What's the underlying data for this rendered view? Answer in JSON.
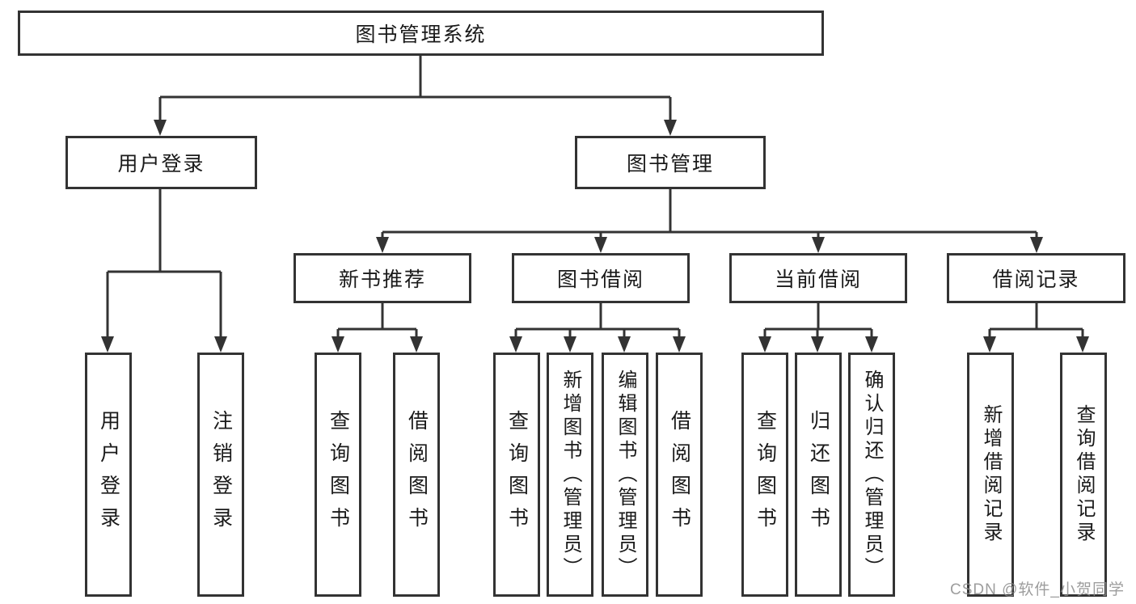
{
  "tree": {
    "label": "图书管理系统",
    "children": [
      {
        "label": "用户登录",
        "children": [
          {
            "label": "用户登录"
          },
          {
            "label": "注销登录"
          }
        ]
      },
      {
        "label": "图书管理",
        "children": [
          {
            "label": "新书推荐",
            "children": [
              {
                "label": "查询图书"
              },
              {
                "label": "借阅图书"
              }
            ]
          },
          {
            "label": "图书借阅",
            "children": [
              {
                "label": "查询图书"
              },
              {
                "label": "新增图书（管理员）"
              },
              {
                "label": "编辑图书（管理员）"
              },
              {
                "label": "借阅图书"
              }
            ]
          },
          {
            "label": "当前借阅",
            "children": [
              {
                "label": "查询图书"
              },
              {
                "label": "归还图书"
              },
              {
                "label": "确认归还（管理员）"
              }
            ]
          },
          {
            "label": "借阅记录",
            "children": [
              {
                "label": "新增借阅记录"
              },
              {
                "label": "查询借阅记录"
              }
            ]
          }
        ]
      }
    ]
  },
  "watermark": {
    "text": "CSDN @软件_小贺同学"
  },
  "colors": {
    "line": "#333333",
    "text": "#1a1a1a",
    "watermark": "#9e9e9e",
    "background": "#ffffff"
  }
}
